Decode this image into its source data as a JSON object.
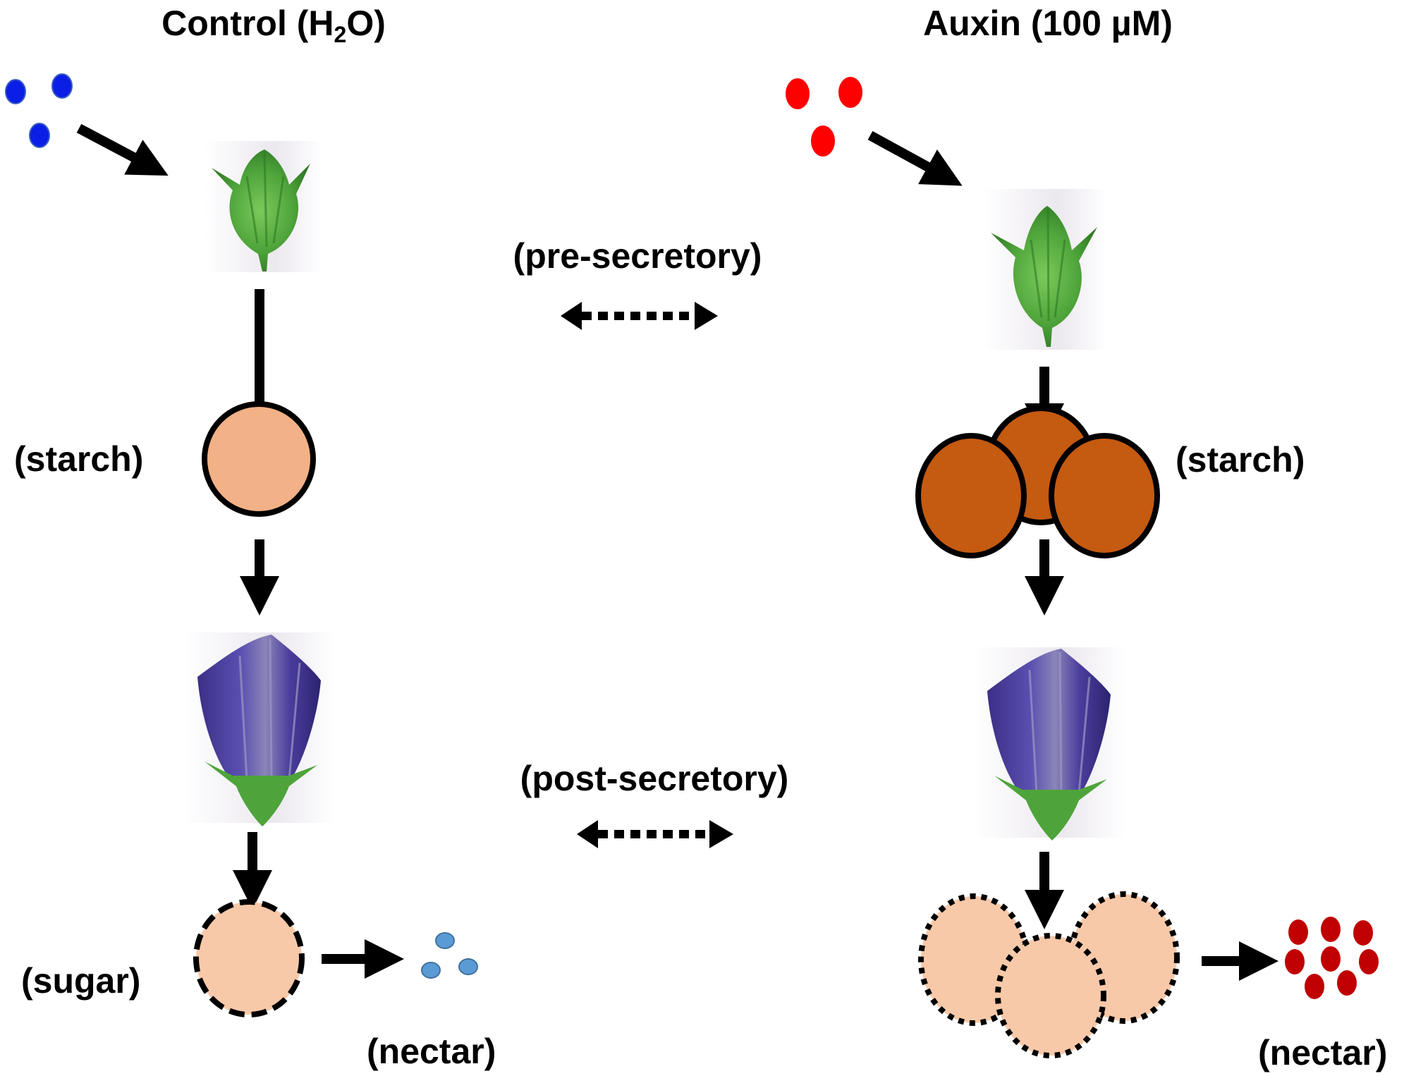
{
  "columns": {
    "control": {
      "title_main": "Control (H",
      "title_sub": "2",
      "title_end": "O)",
      "treatment_dot_color": "#0a1ee6",
      "starch_label": "(starch)",
      "starch_color": "#f2b186",
      "sugar_label": "(sugar)",
      "sugar_color": "#f7c9a9",
      "nectar_label": "(nectar)",
      "nectar_color": "#5b9bd5",
      "treatment_dot_count": 3,
      "nectar_dot_count": 3,
      "starch_granule_count": 1
    },
    "auxin": {
      "title": "Auxin (100 µM)",
      "treatment_dot_color": "#ff0000",
      "starch_label": "(starch)",
      "starch_color": "#c55a11",
      "sugar_color": "#f7c9a9",
      "nectar_label": "(nectar)",
      "nectar_color": "#c00000",
      "treatment_dot_count": 3,
      "nectar_dot_count": 8,
      "starch_granule_count": 3
    }
  },
  "comparisons": {
    "pre": "(pre-secretory)",
    "post": "(post-secretory)"
  },
  "images": {
    "bud_stage": "green flower bud (pre-secretory)",
    "flower_stage": "purple bellflower (post-secretory)"
  }
}
